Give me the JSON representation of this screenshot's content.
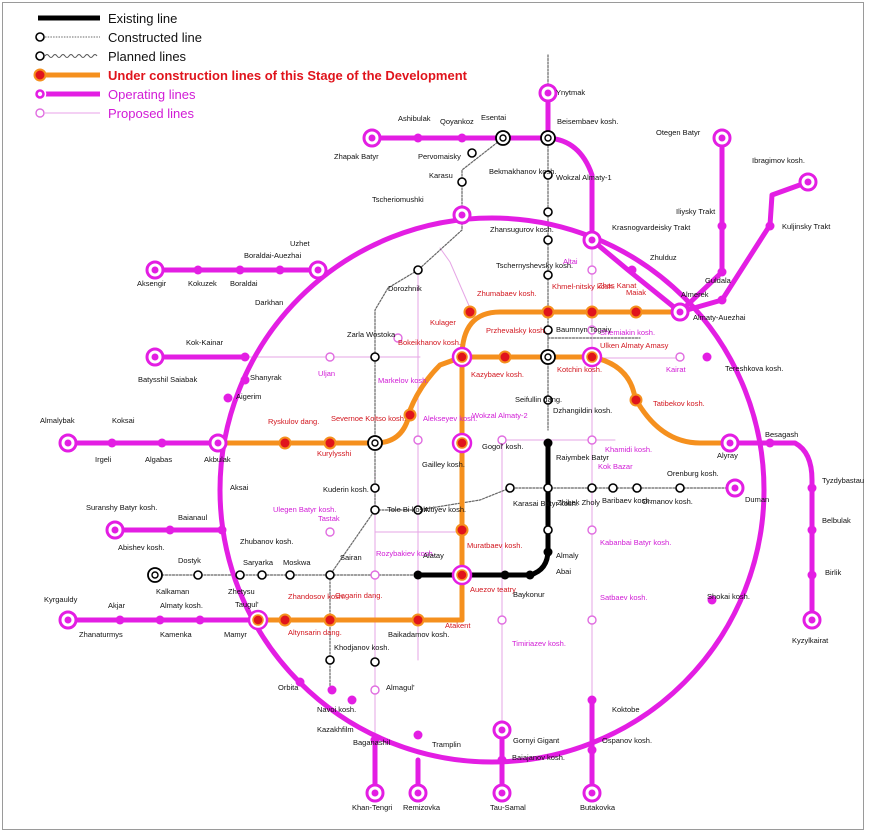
{
  "legend": {
    "existing": "Existing line",
    "constructed": "Constructed line",
    "planned": "Planned lines",
    "under_construction": "Under construction lines of this Stage of the Development",
    "operating": "Operating lines",
    "proposed": "Proposed lines"
  },
  "colors": {
    "existing": "#000000",
    "under_construction": "#f5901e",
    "operating": "#e31ee3",
    "proposed": "#e06de0",
    "station_red": "#e0141c",
    "planned": "#777777"
  },
  "stations": {
    "ynytmak": "Ynytmak",
    "ashibulak": "Ashibulak",
    "qoyankoz": "Qoyankoz",
    "esentai": "Esentai",
    "beisembaev": "Beisembaev kosh.",
    "zhapak_batyr": "Zhapak Batyr",
    "pervomaisky": "Pervomaisky",
    "karasu": "Karasu",
    "bekmakhanov": "Bekmakhanov kosh.",
    "otegen_batyr": "Otegen Batyr",
    "ibragimov": "Ibragimov kosh.",
    "tscheriomushki": "Tscheriomushki",
    "wokzal_almaty1": "Wokzal Almaty-1",
    "iliysky_trakt": "Iliysky Trakt",
    "kuljinsky_trakt": "Kuljinsky Trakt",
    "uzhet": "Uzhet",
    "zhansugurov": "Zhansugurov kosh.",
    "krasnogvardeisky": "Krasnogvardeisky Trakt",
    "boraldai_auezhai": "Boraldai-Auezhai",
    "aksengir": "Aksengir",
    "kokuzek": "Kokuzek",
    "boraldai": "Boraldai",
    "darkhan": "Darkhan",
    "tschernyshevsky": "Tschernyshevsky kosh.",
    "altai": "Altai",
    "zhulduz": "Zhulduz",
    "almerek": "Almerek",
    "dorozhnik": "Dorozhnik",
    "zhumabaev": "Zhumabaev kosh.",
    "khmelnitsky": "Khmel-nitsky kosh.",
    "zhas_kanat": "Zhas Kanat",
    "maiak": "Maiak",
    "guldala": "Guldala",
    "almaty_auezhai": "Almaty-Auezhai",
    "zarla_wostoka": "Zarla Wostoka",
    "kulager": "Kulager",
    "bokeikhanov": "Bokeikhanov kosh.",
    "przhevalsky": "Przhevalsky kosh.",
    "baumnyn_togaiy": "Baumnyn Togaiy",
    "shemiakin": "Shemiakin kosh.",
    "ulken_almaty": "Ulken Almaty Amasy",
    "kok_kainar": "Kok-Kainar",
    "batysshil": "Batysshil Saiabak",
    "uljan": "Uljan",
    "markelov": "Markelov kosh.",
    "kazybaev": "Kazybaev kosh.",
    "kotchin": "Kotchin kosh.",
    "kairat": "Kairat",
    "tereshkova": "Tereshkova kosh.",
    "shanyrak": "Shanyrak",
    "aigerim": "Aigerim",
    "seifullin": "Seifullin dang.",
    "tatibekov": "Tatibekov kosh.",
    "ryskulov": "Ryskulov dang.",
    "severnoe_koltso": "Severnoe Koltso kosh.",
    "alekseyev": "Alekseyev kosh.",
    "wokzal_almaty2": "Wokzal Almaty-2",
    "dzhangildin": "Dzhangildin kosh.",
    "almalybak": "Almalybak",
    "koksai": "Koksai",
    "irgeli": "Irgeli",
    "algabas": "Algabas",
    "akbulak": "Akbulak",
    "kurylysshi": "Kurylysshi",
    "gailley": "Gailley kosh.",
    "gogol": "Gogol' kosh.",
    "raiymbek": "Raiymbek Batyr",
    "khamidi": "Khamidi kosh.",
    "besagash": "Besagash",
    "alyray": "Alyray",
    "kok_bazar": "Kok Bazar",
    "orenburg": "Orenburg kosh.",
    "tyzdybastau": "Tyzdybastau",
    "suranshy": "Suranshy Batyr kosh.",
    "baianaul": "Baianaul",
    "aksai": "Aksai",
    "kuderin": "Kuderin kosh.",
    "ulegen_batyr": "Ulegen Batyr kosh.",
    "tastak": "Tastak",
    "tole_bi": "Tole Bi kosh.",
    "altiyev": "Altiyev kosh.",
    "karasai_batyr": "Karasai Batyr kosh.",
    "zhibek_zholy": "Zhibek Zholy",
    "baribaev": "Baribaev kosh.",
    "ormanov": "Ormanov kosh.",
    "duman": "Duman",
    "belbulak": "Belbulak",
    "abishev": "Abishev kosh.",
    "zhubanov": "Zhubanov kosh.",
    "saryarka": "Saryarka",
    "almaly": "Almaly",
    "kabanbai": "Kabanbai Batyr kosh.",
    "dostyk": "Dostyk",
    "kalkaman": "Kalkaman",
    "zhetysu": "Zhetysu",
    "moskwa": "Moskwa",
    "sairan": "Sairan",
    "rozybakiev": "Rozybakiev kosh.",
    "alatay": "Alatay",
    "muratbaev": "Muratbaev kosh.",
    "abai": "Abai",
    "birlik": "Birlik",
    "kyrgauldy": "Kyrgauldy",
    "akjar": "Akjar",
    "almaty_kosh": "Almaty kosh.",
    "taugul": "Taugul'",
    "zhandosov": "Zhandosov kosh.",
    "gagarin": "Gagarin dang.",
    "auezov": "Auezov teatry",
    "baykonur": "Baykonur",
    "satbaev": "Satbaev kosh.",
    "shokai": "Shokai kosh.",
    "zhanaturmys": "Zhanaturmys",
    "kamenka": "Kamenka",
    "mamyr": "Mamyr",
    "altynsarin": "Altynsarin dang.",
    "atakent": "Atakent",
    "baikadamov": "Baikadamov kosh.",
    "timiriazev": "Timiriazev kosh.",
    "kyzylkairat": "Kyzylkairat",
    "khodjanov": "Khodjanov kosh.",
    "orbita": "Orbita",
    "almagul": "Almagul'",
    "navoi": "Navoi kosh.",
    "kazakhfilm": "Kazakhfilm",
    "koktobe": "Koktobe",
    "gornyi_gigant": "Gornyi Gigant",
    "ospanov": "Ospanov kosh.",
    "baganashil": "Baganashil",
    "tramplin": "Tramplin",
    "baiajanov": "Baiajanov kosh.",
    "khan_tengri": "Khan-Tengri",
    "remizovka": "Remizovka",
    "tau_samal": "Tau-Samal",
    "butakovka": "Butakovka"
  }
}
